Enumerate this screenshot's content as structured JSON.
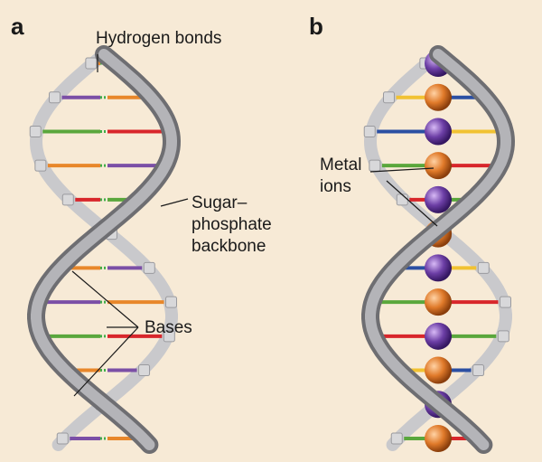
{
  "panels": {
    "a": {
      "letter": "a",
      "labels": {
        "hydrogen_bonds": "Hydrogen bonds",
        "backbone_line1": "Sugar–",
        "backbone_line2": "phosphate",
        "backbone_line3": "backbone",
        "bases": "Bases"
      }
    },
    "b": {
      "letter": "b",
      "labels": {
        "metal_line1": "Metal",
        "metal_line2": "ions"
      }
    }
  },
  "colors": {
    "background": "#f7ead6",
    "backbone": "#8e8e92",
    "backbone_light": "#c9c9cc",
    "hbond": "#3fae49",
    "base_orange": "#e8872a",
    "base_purple": "#7b4fa6",
    "base_red": "#d8262b",
    "base_green": "#5aa73c",
    "base_blue": "#2b4fa3",
    "base_yellow": "#f1c232",
    "ion_orange": "#e07a2a",
    "ion_purple": "#6d3fa6"
  }
}
